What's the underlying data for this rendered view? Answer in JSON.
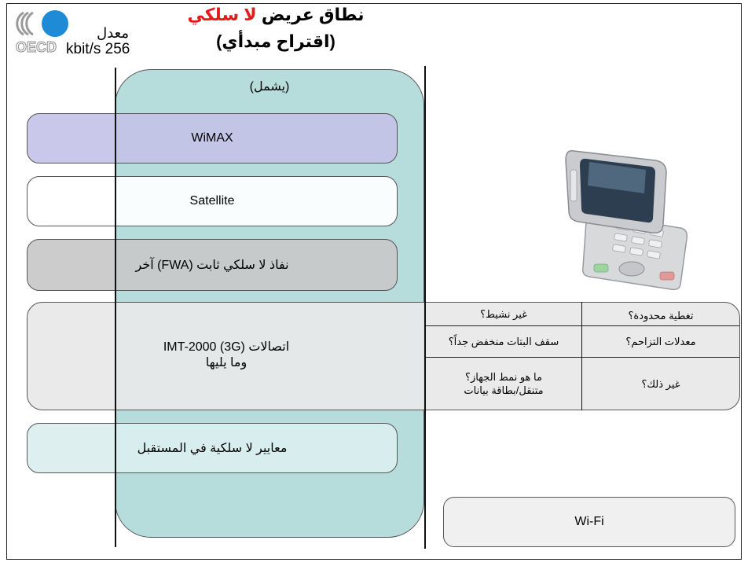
{
  "logo": {
    "text": "OECD"
  },
  "rate": {
    "label": "معدل",
    "value": "kbit/s 256"
  },
  "title": {
    "line1_prefix": "نطاق عريض",
    "line1_highlight": "لا سلكي",
    "line2": "(اقتراح مبدأي)",
    "highlight_color": "#e31b1b"
  },
  "includes_label": "(يشمل)",
  "technologies": {
    "wimax": "WiMAX",
    "satellite": "Satellite",
    "fwa": "نفاذ لا سلكي ثابت (FWA) آخر",
    "g3_line1": "اتصالات IMT-2000 (3G)",
    "g3_line2": "وما يليها",
    "future": "معايير لا سلكية في المستقبل",
    "wifi": "Wi-Fi"
  },
  "issues": {
    "inactive": "غير نشيط؟",
    "limited_coverage": "تغطية محدودة؟",
    "low_data_cap": "سقف البتات منخفض جداً؟",
    "congestion": "معدلات التزاحم؟",
    "device_type_line1": "ما هو نمط الجهاز؟",
    "device_type_line2": "متنقل/بطاقة بيانات",
    "other": "غير ذلك؟"
  },
  "colors": {
    "band": "#b7dcdc",
    "wimax": "#c4c2e8",
    "fwa": "#c8c8c8",
    "future": "#daeeee",
    "oecd_blue": "#1f8ad6"
  },
  "icons": {
    "phone": "mobile-phone-image",
    "logo": "oecd-logo"
  }
}
